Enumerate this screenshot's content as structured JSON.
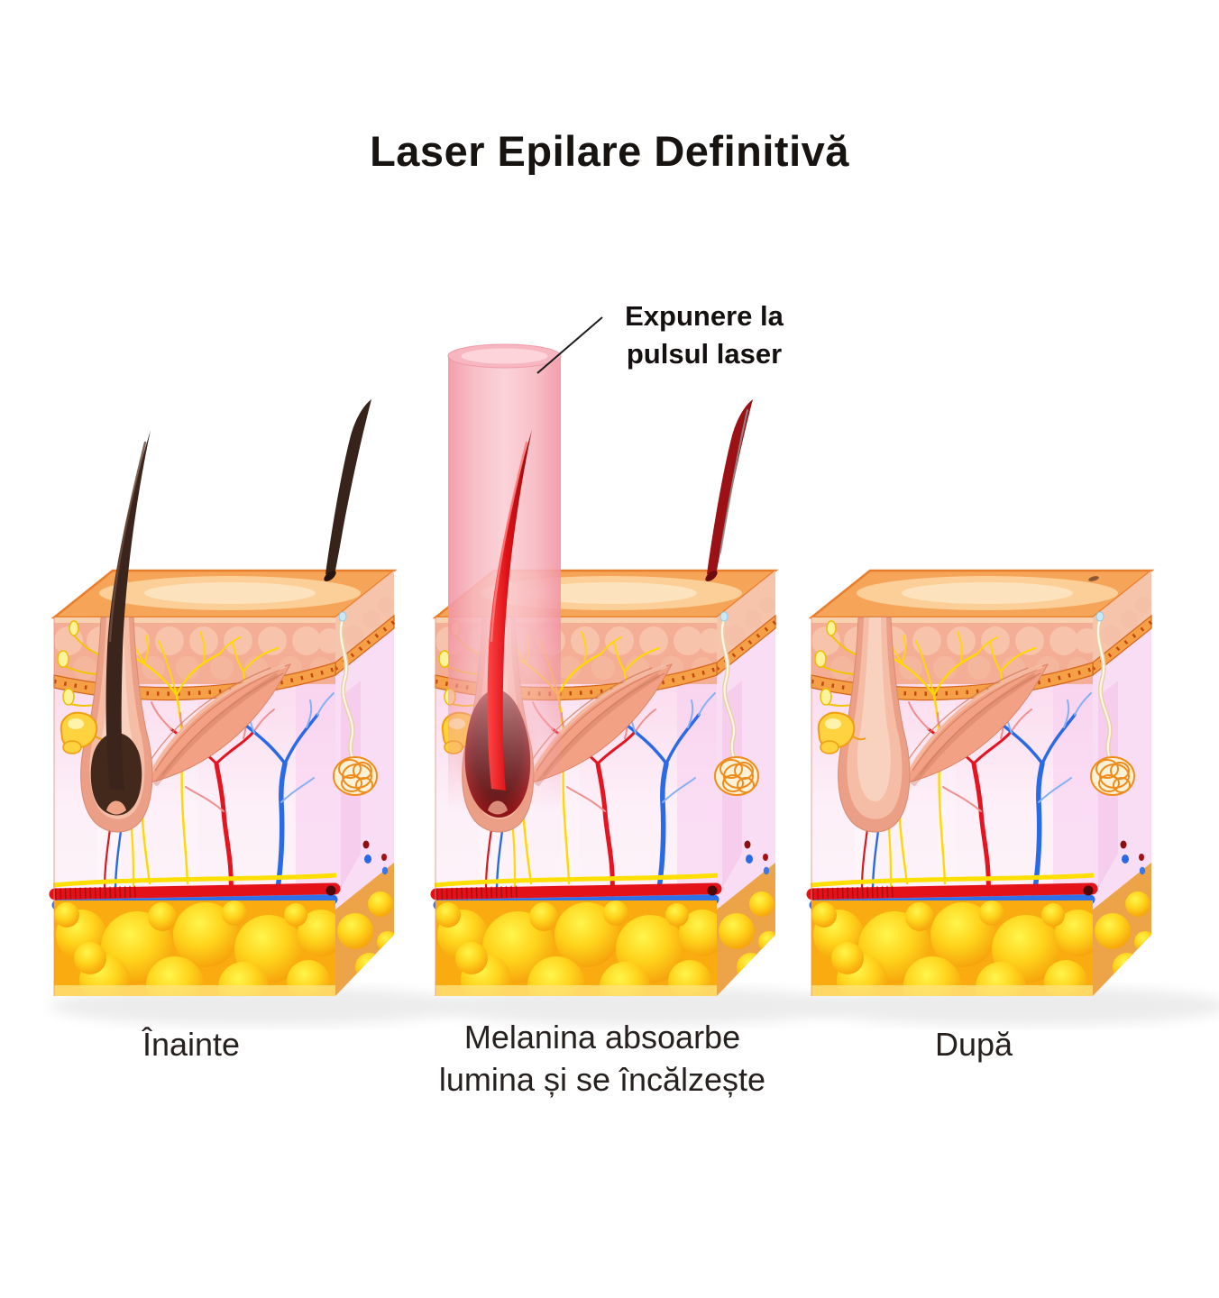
{
  "title": "Laser Epilare Definitivă",
  "annotation": {
    "line1": "Expunere la",
    "line2": "pulsul laser"
  },
  "stages": [
    {
      "id": "before",
      "caption": "Înainte"
    },
    {
      "id": "during",
      "caption_line1": "Melanina absoarbe",
      "caption_line2": "lumina și se încălzește"
    },
    {
      "id": "after",
      "caption": "După"
    }
  ],
  "colors": {
    "background": "#ffffff",
    "text": "#231f1e",
    "skin_top": "#f6a458",
    "epidermis": "#f3ae95",
    "dermis": "#fbe7f3",
    "subcutaneous_fat": "#f9ab10",
    "laser_beam_pink": "#f6a9b4",
    "artery_red": "#e41420",
    "vein_blue": "#2a6ae4",
    "nerve_yellow": "#ffd800",
    "hair_dark": "#38231a",
    "hair_heated_red": "#d50f14"
  }
}
